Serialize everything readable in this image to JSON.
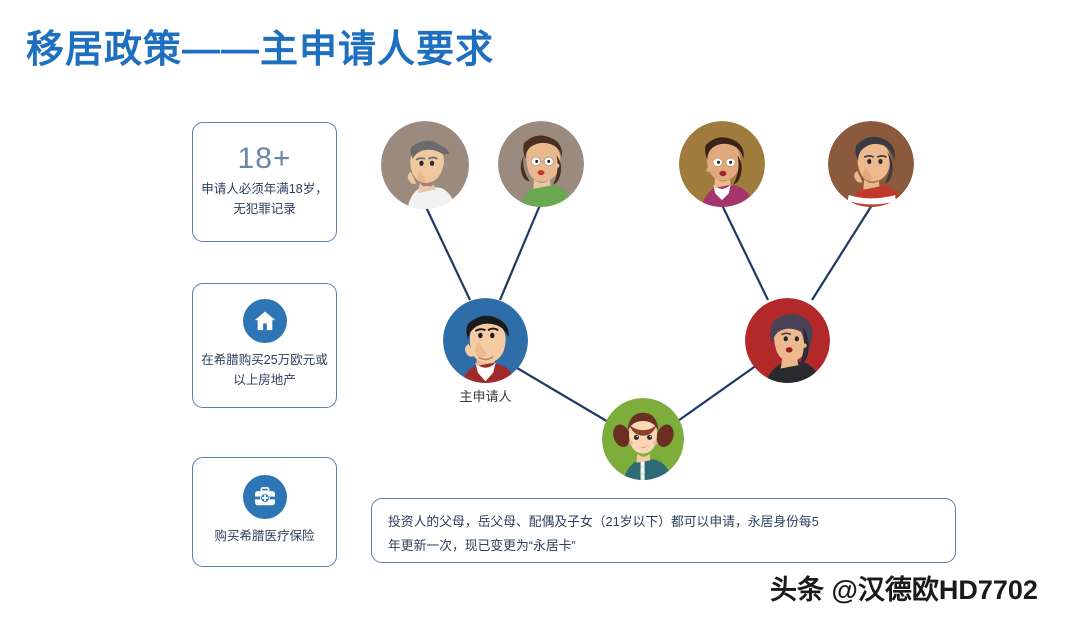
{
  "slide": {
    "title": "移居政策——主申请人要求",
    "title_color": "#1F6FC0",
    "background": "#FFFFFF"
  },
  "requirement_cards": [
    {
      "id": "age",
      "badge": "18+",
      "icon": "none",
      "text": "申请人必须年满18岁，无犯罪记录",
      "border_color": "#5B7FA6",
      "badge_color": "#6A87A8"
    },
    {
      "id": "property",
      "badge": "",
      "icon": "house-icon",
      "text": "在希腊购买25万欧元或以上房地产",
      "border_color": "#5B7FA6",
      "icon_bg": "#2E75B6"
    },
    {
      "id": "insurance",
      "badge": "",
      "icon": "medical-kit-icon",
      "text": "购买希腊医疗保险",
      "border_color": "#5B7FA6",
      "icon_bg": "#2E75B6"
    }
  ],
  "family_tree": {
    "connector_color": "#1F3864",
    "nodes": [
      {
        "id": "applicant-father",
        "label": "",
        "circle_color": "#9B8B7E",
        "role": "父亲"
      },
      {
        "id": "applicant-mother",
        "label": "",
        "circle_color": "#9B8B7E",
        "role": "母亲"
      },
      {
        "id": "spouse-mother",
        "label": "",
        "circle_color": "#A07C3C",
        "role": "岳母"
      },
      {
        "id": "spouse-father",
        "label": "",
        "circle_color": "#8B5A3C",
        "role": "岳父"
      },
      {
        "id": "main-applicant",
        "label": "主申请人",
        "circle_color": "#2E6DA8",
        "role": "主申请人"
      },
      {
        "id": "spouse",
        "label": "",
        "circle_color": "#B32828",
        "role": "配偶"
      },
      {
        "id": "child",
        "label": "",
        "circle_color": "#7DAE3C",
        "role": "子女"
      }
    ],
    "main_applicant_label": "主申请人"
  },
  "note": {
    "line1": "投资人的父母，岳父母、配偶及子女（21岁以下）都可以申请，永居身份每5",
    "line2": "年更新一次，现已变更为“永居卡”",
    "border_color": "#5B7FA6"
  },
  "watermark": {
    "text": "头条 @汉德欧HD7702"
  }
}
